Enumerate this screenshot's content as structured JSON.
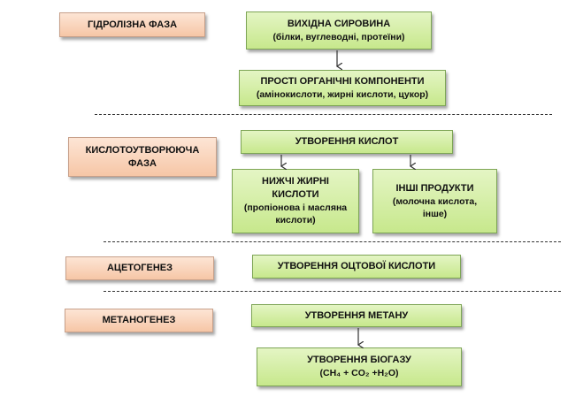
{
  "phases": {
    "hydrolysis": "ГІДРОЛІЗНА ФАЗА",
    "acidogenic": "КИСЛОТОУТВОРЮЮЧА ФАЗА",
    "acetogenesis": "АЦЕТОГЕНЕЗ",
    "methanogenesis": "МЕТАНОГЕНЕЗ"
  },
  "nodes": {
    "raw_material": {
      "title": "ВИХІДНА СИРОВИНА",
      "detail": "(білки, вуглеводні, протеїни)"
    },
    "simple_organic": {
      "title": "ПРОСТІ ОРГАНІЧНІ КОМПОНЕНТИ",
      "detail": "(амінокислоти,  жирні кислоти, цукор)"
    },
    "acid_formation": {
      "title": "УТВОРЕННЯ КИСЛОТ"
    },
    "lower_fatty_acids": {
      "title": "НИЖЧІ ЖИРНІ КИСЛОТИ",
      "detail": "(пропіонова і масляна кислоти)"
    },
    "other_products": {
      "title": "ІНШІ ПРОДУКТИ",
      "detail": "(молочна кислота, інше)"
    },
    "acetic_acid": {
      "title": "УТВОРЕННЯ ОЦТОВОЇ КИСЛОТИ"
    },
    "methane": {
      "title": "УТВОРЕННЯ МЕТАНУ"
    },
    "biogas": {
      "title": "УТВОРЕННЯ БІОГАЗУ",
      "formula": "(CH₄ + CO₂ +H₂O)"
    }
  },
  "colors": {
    "phase_fill": "#f8d2b8",
    "process_fill": "#d4eea8",
    "arrow": "#333333"
  }
}
